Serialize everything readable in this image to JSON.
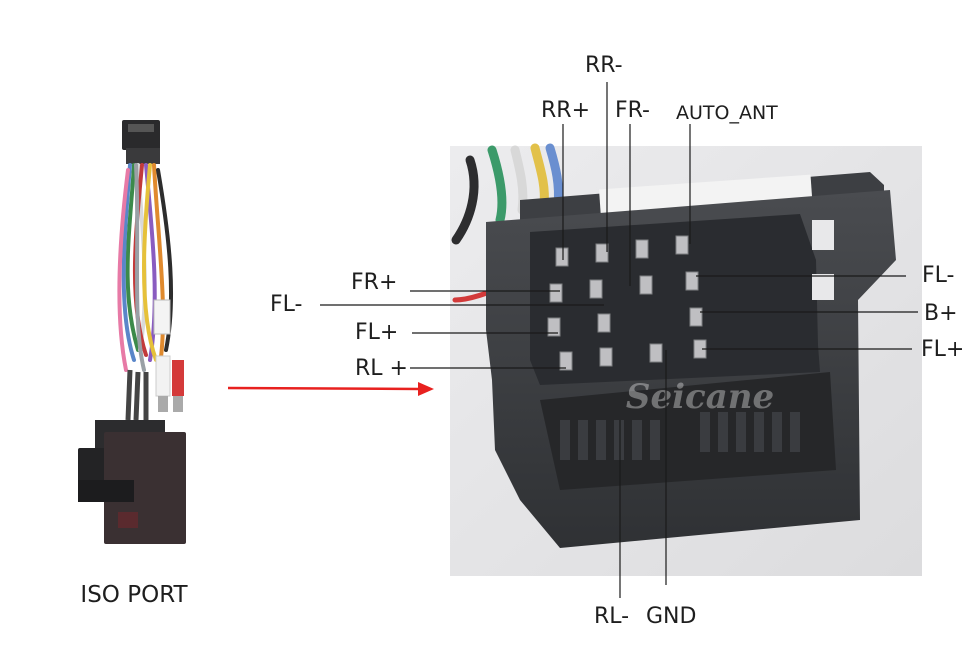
{
  "iso_port": {
    "label": "ISO PORT"
  },
  "connector": {
    "watermark": "Seicane",
    "pin_labels": {
      "rr_minus": "RR-",
      "rr_plus": "RR+",
      "fr_minus": "FR-",
      "auto_ant": "AUTO_ANT",
      "fr_plus": "FR+",
      "fl_minus_left": "FL-",
      "fl_plus_left": "FL+",
      "rl_plus": "RL +",
      "fl_minus_right": "FL-",
      "b_plus": "B+",
      "fl_plus_right": "FL+",
      "rl_minus": "RL-",
      "gnd": "GND"
    }
  },
  "colors": {
    "arrow": "#e8211f",
    "leader_line": "#1a1a1a",
    "connector_body": "#3b3d41",
    "photo_background": "#e4e4e6"
  }
}
